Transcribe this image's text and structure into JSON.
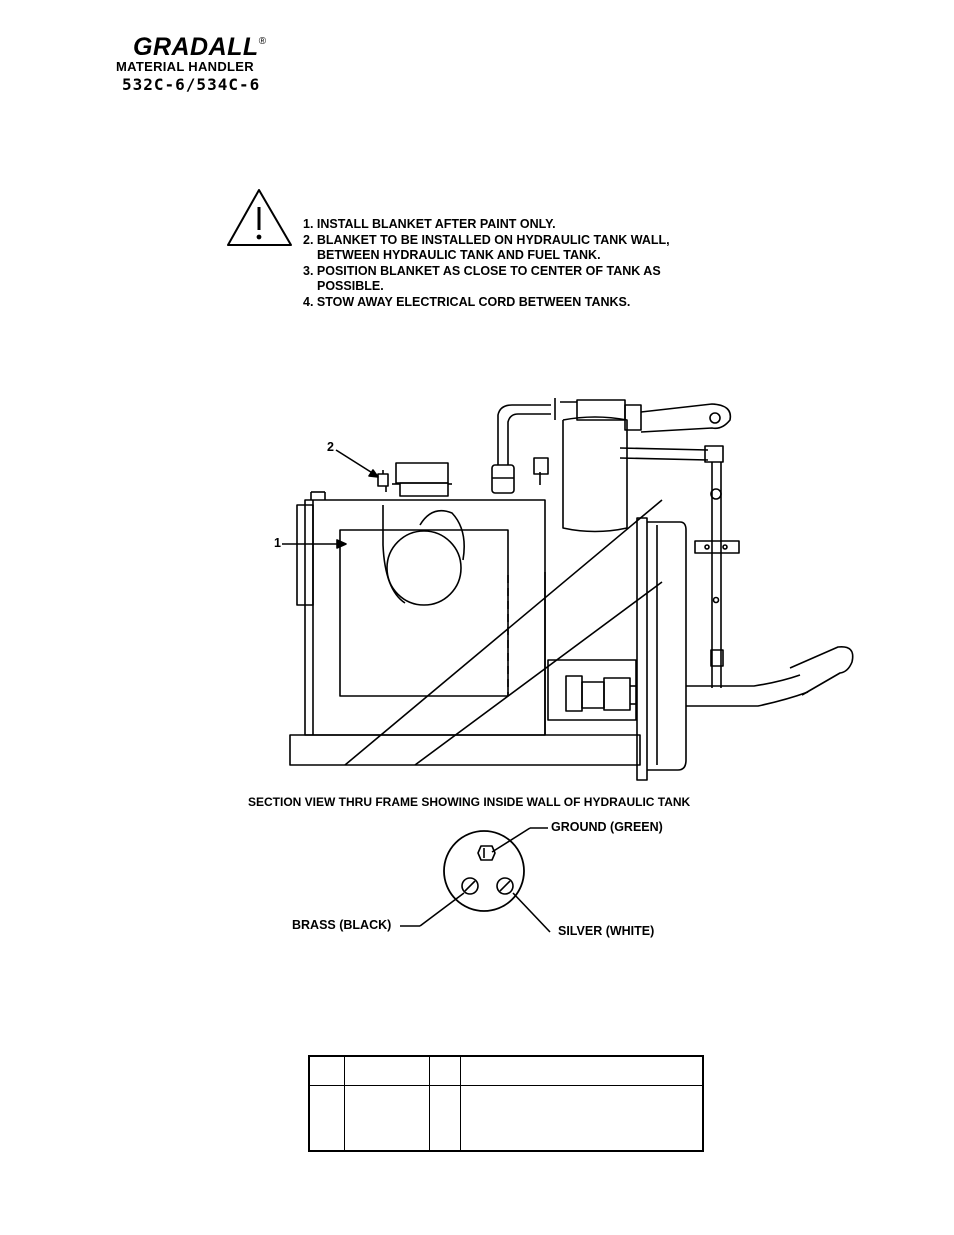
{
  "header": {
    "brand": "GRADALL",
    "registered_mark": "®",
    "subtitle": "MATERIAL HANDLER",
    "model": "532C-6/534C-6"
  },
  "warning": {
    "icon": "warning-triangle-icon",
    "notes": [
      "1. INSTALL BLANKET AFTER PAINT ONLY.",
      "2. BLANKET TO BE INSTALLED ON HYDRAULIC TANK WALL,",
      "BETWEEN HYDRAULIC TANK AND FUEL TANK.",
      "3. POSITION BLANKET AS CLOSE TO CENTER OF TANK AS",
      "POSSIBLE.",
      "4. STOW AWAY ELECTRICAL CORD BETWEEN TANKS."
    ]
  },
  "drawing": {
    "callout_1": "1",
    "callout_2": "2",
    "caption": "SECTION VIEW THRU FRAME SHOWING INSIDE WALL OF HYDRAULIC TANK"
  },
  "plug": {
    "ground_label": "GROUND (GREEN)",
    "brass_label": "BRASS (BLACK)",
    "silver_label": "SILVER (WHITE)"
  },
  "parts_table": {
    "header": [
      "",
      "",
      "",
      ""
    ],
    "rows": [
      [
        "",
        "",
        "",
        ""
      ]
    ]
  }
}
